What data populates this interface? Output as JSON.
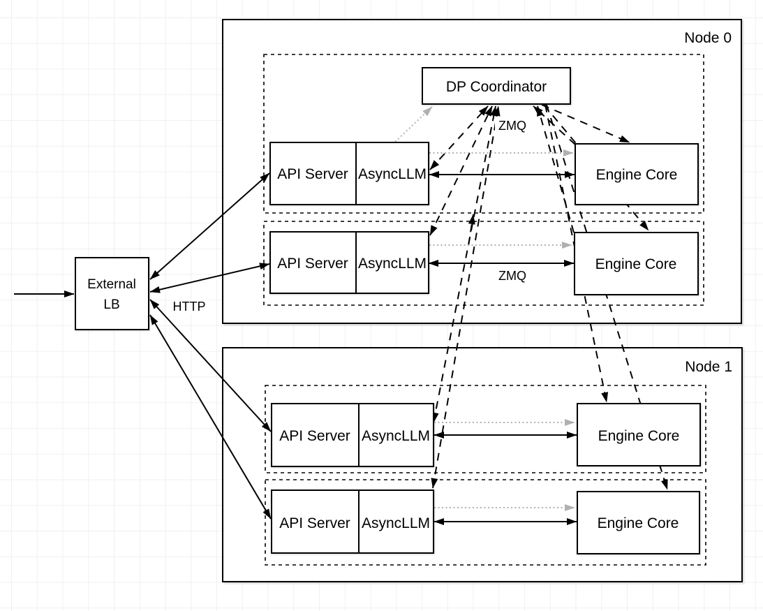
{
  "diagram": {
    "external_lb": {
      "line1": "External",
      "line2": "LB"
    },
    "node0_label": "Node 0",
    "node1_label": "Node 1",
    "coordinator_label": "DP Coordinator",
    "replicas": [
      {
        "api": "API Server",
        "llm": "AsyncLLM",
        "engine": "Engine Core"
      },
      {
        "api": "API Server",
        "llm": "AsyncLLM",
        "engine": "Engine Core"
      },
      {
        "api": "API Server",
        "llm": "AsyncLLM",
        "engine": "Engine Core"
      },
      {
        "api": "API Server",
        "llm": "AsyncLLM",
        "engine": "Engine Core"
      }
    ],
    "edge_labels": {
      "http": "HTTP",
      "zmq_coordinator": "ZMQ",
      "zmq_data": "ZMQ"
    },
    "colors": {
      "stroke": "#000000",
      "gray_link": "#b0b0b0",
      "box_fill": "#ffffff",
      "grid": "#eef0f3"
    }
  }
}
